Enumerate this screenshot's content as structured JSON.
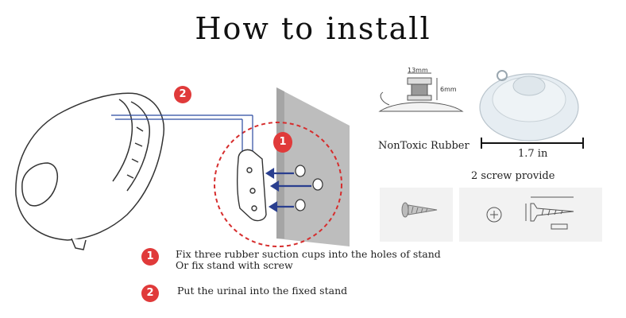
{
  "page": {
    "title": "How to install"
  },
  "diagram": {
    "callout_1": "1",
    "callout_2": "2",
    "suction_cup_label": "NonToxic Rubber",
    "suction_dim_width": "13mm",
    "suction_dim_height": "6mm",
    "cup_diameter": "1.7 in",
    "screw_label": "2 screw provide"
  },
  "steps": [
    {
      "num": "1",
      "line1": "Fix three rubber suction cups into the holes of stand",
      "line2": "Or fix stand with screw"
    },
    {
      "num": "2",
      "line1": "Put the urinal into the fixed stand"
    }
  ],
  "colors": {
    "badge": "#e03a3a",
    "arrow": "#2a3f8f",
    "wall": "#b8b8b8"
  }
}
